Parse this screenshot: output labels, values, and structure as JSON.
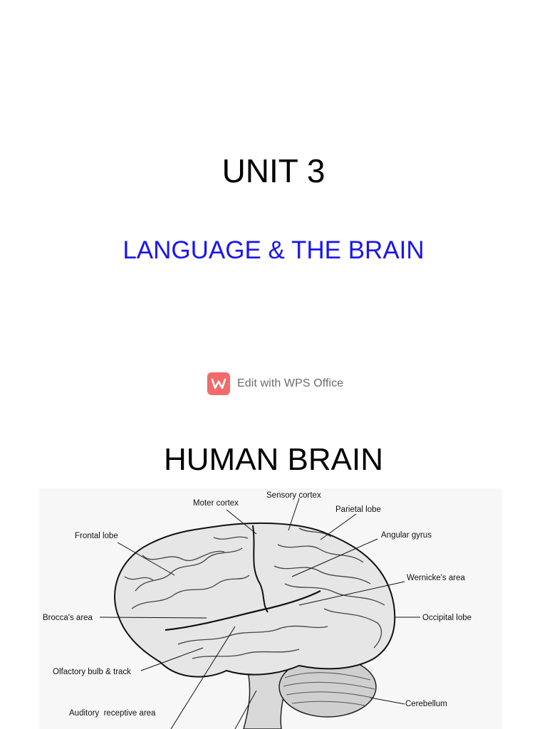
{
  "slide1": {
    "title": "UNIT 3",
    "subtitle": "LANGUAGE & THE BRAIN",
    "subtitle_color": "#1a16f0"
  },
  "watermark": {
    "text": "Edit with WPS Office",
    "icon": "wps-office-logo-icon",
    "icon_color": "#f26a6a"
  },
  "slide2": {
    "title": "HUMAN BRAIN",
    "labels": {
      "moter_cortex": "Moter cortex",
      "sensory_cortex": "Sensory cortex",
      "parietal_lobe": "Parietal lobe",
      "frontal_lobe": "Frontal lobe",
      "angular_gyrus": "Angular gyrus",
      "wernickes_area": "Wernicke's area",
      "broccas_area": "Brocca's area",
      "occipital_lobe": "Occipital lobe",
      "olfactory_bulb": "Olfactory bulb & track",
      "cerebellum": "Cerebellum",
      "auditory_area": "Auditory  receptive area"
    }
  }
}
